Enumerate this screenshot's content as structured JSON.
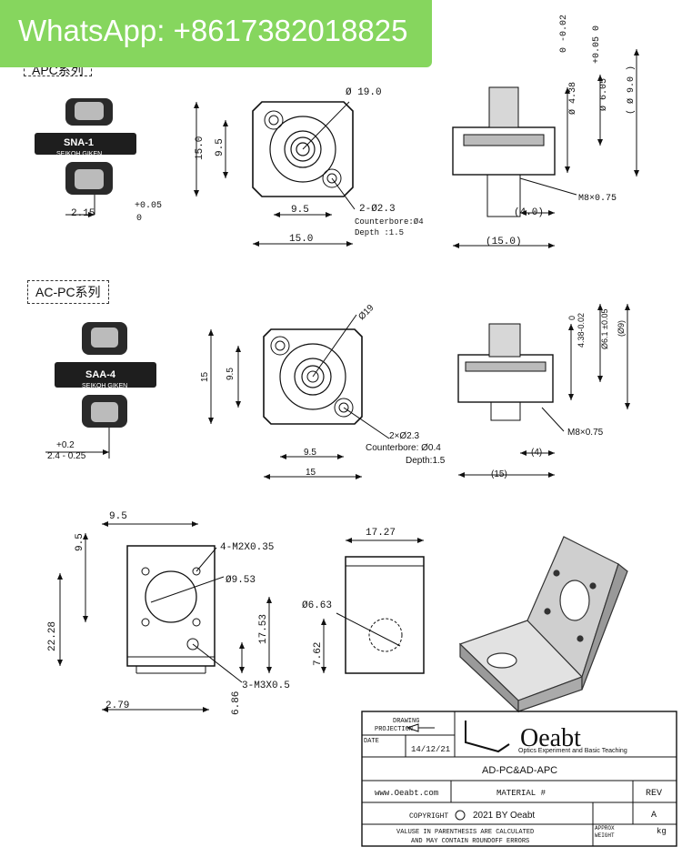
{
  "banner": {
    "text": "WhatsApp: +8617382018825"
  },
  "apc": {
    "label_partial": "APC系列",
    "product_name": "SNA-1",
    "brand": "SEIKOH GIKEN",
    "offset_dim": "2.15",
    "offset_tol_upper": "+0.05",
    "offset_tol_lower": "0",
    "diag_dim": "Ø 19.0",
    "height_dim": "15.0",
    "inner_dim": "9.5",
    "bottom_inner_dim": "9.5",
    "bottom_dim": "15.0",
    "hole_dim": "2-Ø2.3",
    "counterbore": "Counterbore:Ø4",
    "depth": "Depth    :1.5",
    "side_dim1": "Ø 4.38",
    "side_dim1_tol": "0\n-0.02",
    "side_dim2": "Ø 6.05",
    "side_dim2_tol": "+0.05\n0",
    "side_dim3": "( Ø 9.0 )",
    "thread": "M8×0.75",
    "len1": "(4.0)",
    "len2": "(15.0)"
  },
  "ac": {
    "label": "AC-PC系列",
    "product_name": "SAA-4",
    "brand": "SEIKOH GIKEN",
    "offset_tol_upper": "+0.2",
    "offset_dim": "2.4 - 0.25",
    "diag_dim": "Ø19",
    "height_dim": "15",
    "inner_dim": "9.5",
    "bottom_inner_dim": "9.5",
    "bottom_dim": "15",
    "hole_dim": "2×Ø2.3",
    "counterbore": "Counterbore: Ø0.4",
    "depth": "Depth:1.5",
    "side_dim1": "4.38-0.02",
    "side_dim1_tol": "0",
    "side_dim2": "Ø6.1 ±0.05",
    "side_dim3": "(Ø9)",
    "thread": "M8×0.75",
    "len1": "(4)",
    "len2": "(15)"
  },
  "bracket": {
    "top_dim": "9.5",
    "left_dim": "9.5",
    "m2": "4-M2X0.35",
    "bore": "Ø9.53",
    "height": "22.28",
    "right_dim": "17.53",
    "m3": "3-M3X0.5",
    "bottom_left": "2.79",
    "bottom_right": "6.86",
    "side_width": "17.27",
    "side_hole": "Ø6.63",
    "side_height": "7.62"
  },
  "titleblock": {
    "drawing_projection": "DRAWING\nPROJECTION",
    "date_label": "DATE",
    "date": "14/12/21",
    "logo": "Oeabt",
    "tagline": "Optics Experiment and Basic Teaching",
    "part_name": "AD-PC&AD-APC",
    "website": "www.Oeabt.com",
    "material": "MATERIAL #",
    "rev_label": "REV",
    "rev": "A",
    "copyright_label": "COPYRIGHT",
    "copyright": "2021 BY Oeabt",
    "note": "VALUSE IN PARENTHESIS ARE CALCULATED\nAND MAY CONTAIN ROUNDOFF ERRORS",
    "approx_weight": "APPROX\nWEIGHT",
    "unit": "kg"
  }
}
